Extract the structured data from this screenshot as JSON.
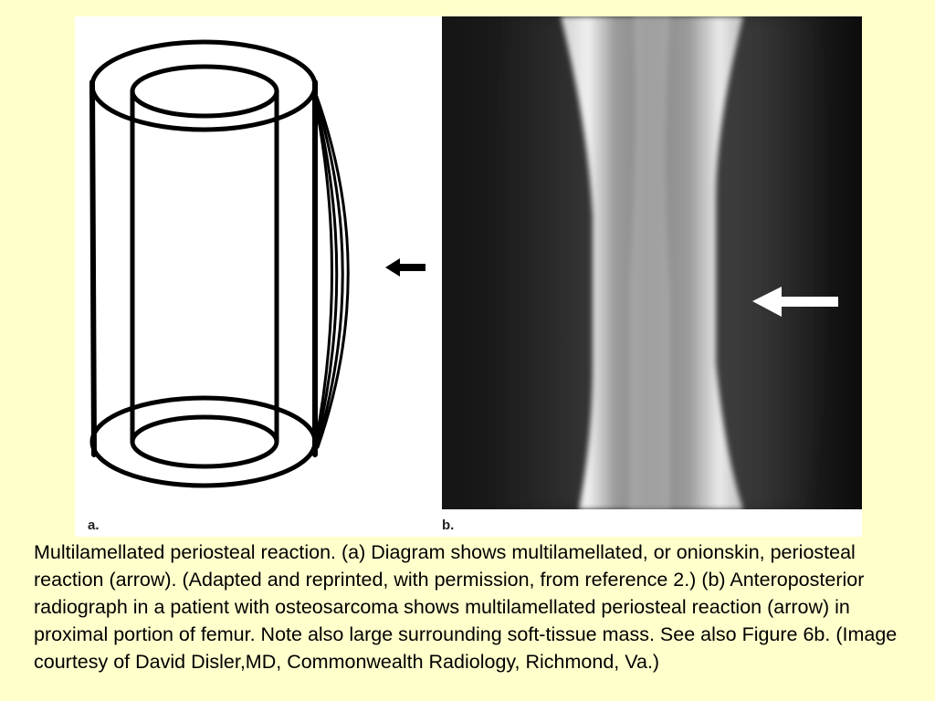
{
  "figure": {
    "panel_a": {
      "label": "a."
    },
    "panel_b": {
      "label": "b."
    }
  },
  "caption": "Multilamellated periosteal reaction. (a) Diagram shows multilamellated, or onionskin, periosteal reaction (arrow). (Adapted and reprinted, with permission, from reference 2.) (b) Anteroposterior radiograph in a patient with osteosarcoma shows multilamellated periosteal reaction (arrow) in proximal portion of femur. Note also large surrounding soft-tissue mass. See also Figure 6b. (Image courtesy of David Disler,MD, Commonwealth Radiology, Richmond, Va.)"
}
